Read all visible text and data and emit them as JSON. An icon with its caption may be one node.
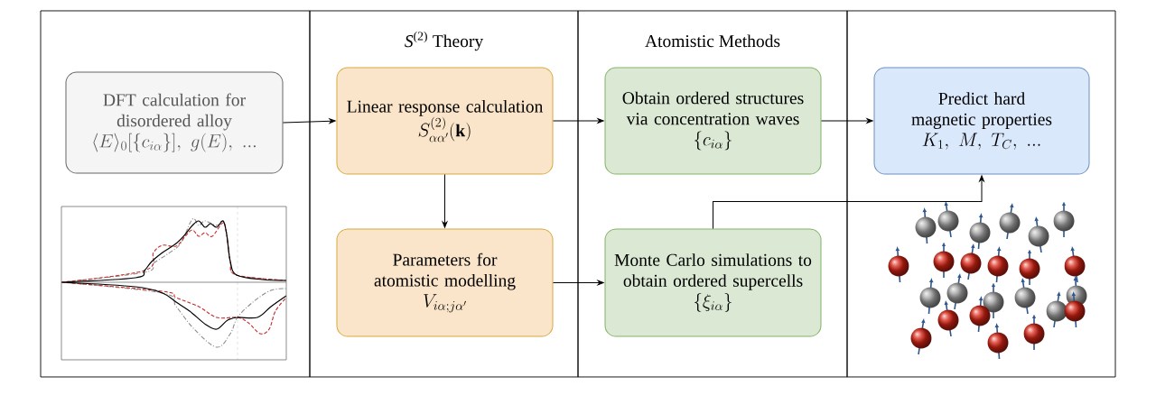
{
  "diagram": {
    "nodes": [
      {
        "text": [],
        "shape": "box"
      },
      {
        "text": [
          "DFT calculation for disordered alloy",
          "\\langle E\\rangle_0[\\{c_{i\\alpha}\\}],\\ g(E),\\ \\mathrm{...}"
        ],
        "in": 0
      },
      {
        "text": [
          "*S*$^{(2)}$ Theory"
        ]
      },
      {
        "text": [
          "Linear response calculation",
          "S^{(2)}_{\\alpha\\alpha'}(\\mathbf{k})"
        ],
        "in": 2
      },
      {
        "text": [
          "Parameters for atomistic modelling",
          "V_{i\\alpha;j\\alpha'}"
        ],
        "in": 2
      },
      {
        "text": [
          "Atomistic Methods"
        ]
      },
      {
        "text": [
          "Obtain ordered structures via concentration waves",
          "\\{c_{i\\alpha}\\}"
        ],
        "in": 5
      },
      {
        "text": [
          "Monte Carlo simulations to obtain ordered supercells",
          "\\{\\xi_{i\\alpha}\\}"
        ],
        "in": 5
      },
      {
        "text": [],
        "shape": "box"
      },
      {
        "text": [
          "Predict hard magnetic properties",
          "K_1,\\ M,\\ T_C,\\ \\mathrm{...}"
        ],
        "in": 8
      }
    ],
    "edges": [
      {
        "from": 1,
        "to": 3,
        "arrow": "to"
      },
      {
        "from": 3,
        "to": 6,
        "arrow": "to"
      },
      {
        "from": 6,
        "to": 9,
        "arrow": "to"
      },
      {
        "from": 3,
        "to": 4,
        "arrow": "to"
      },
      {
        "from": 4,
        "to": 7,
        "arrow": "to"
      },
      {
        "from": 7,
        "to": 9,
        "arrow": "to"
      }
    ]
  }
}
